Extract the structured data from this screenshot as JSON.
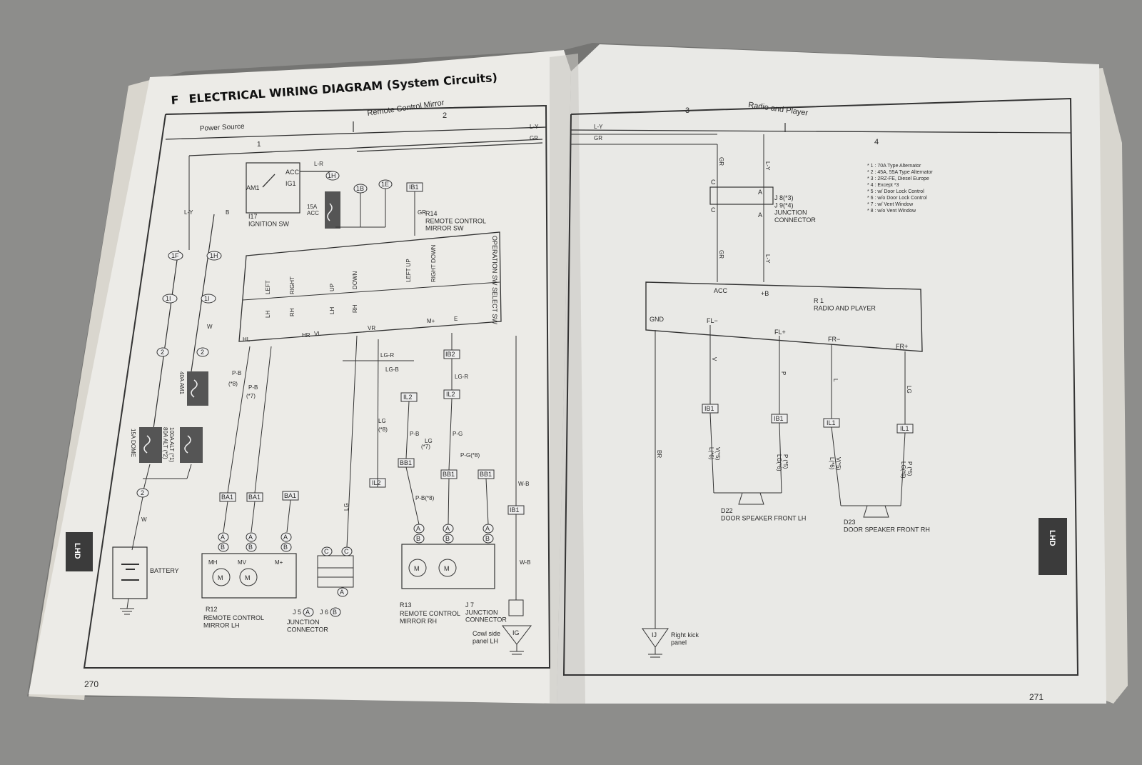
{
  "header": {
    "letter": "F",
    "title": "ELECTRICAL WIRING DIAGRAM (System Circuits)"
  },
  "sections": {
    "s1_num": "1",
    "s1_name": "Power Source",
    "s2_num": "2",
    "s2_name": "Remote Control Mirror",
    "s3_num": "3",
    "s3_name": "Radio and Player",
    "s4_num": "4"
  },
  "page_numbers": {
    "left": "270",
    "right": "271"
  },
  "tabs": {
    "left": "LHD",
    "right": "LHD"
  },
  "notes": [
    "* 1 : 70A Type Alternator",
    "* 2 : 45A, 55A Type Alternator",
    "* 3 : 2RZ-FE, Diesel Europe",
    "* 4 : Except *3",
    "* 5 : w/ Door Lock Control",
    "* 6 : w/o Door Lock Control",
    "* 7 : w/ Vent Window",
    "* 8 : w/o Vent Window"
  ],
  "left_page": {
    "ignition_sw": "I17\nIGNITION SW",
    "ign_acc": "ACC",
    "ign_am1": "AM1",
    "ign_ig1": "IG1",
    "acc_fuse": "15A\nACC",
    "dome_fuse": "15A DOME",
    "am1_fuse": "40A AM1",
    "alt_fuse": "100A ALT (*1)\n80A ALT (*2)",
    "r14": "R14\nREMOTE CONTROL\nMIRROR SW",
    "operation_sw": "OPERATION SW",
    "select_sw": "SELECT SW",
    "left": "LEFT",
    "right": "RIGHT",
    "up": "UP",
    "down": "DOWN",
    "right_down": "RIGHT DOWN",
    "left_up": "LEFT UP",
    "lh": "LH",
    "rh": "RH",
    "battery": "BATTERY",
    "r12": "R12",
    "r12_name": "REMOTE CONTROL\nMIRROR LH",
    "r13": "R13",
    "r13_name": "REMOTE CONTROL\nMIRROR RH",
    "j5": "J 5",
    "j5_name": "JUNCTION\nCONNECTOR",
    "j6": "J 6",
    "j7": "J 7\nJUNCTION\nCONNECTOR",
    "cowl": "Cowl side\npanel LH",
    "mh": "MH",
    "mv": "MV",
    "mplus": "M+",
    "hl": "HL",
    "hr": "HR",
    "vl": "VL",
    "vr": "VR",
    "e": "E",
    "ig_tri": "IG",
    "wires": {
      "ly": "L-Y",
      "gr": "GR",
      "lr": "L-R",
      "b": "B",
      "w": "W",
      "pb": "P-B",
      "lg": "LG",
      "lgr": "LG-R",
      "lgb": "LG-B",
      "pg": "P-G",
      "wb": "W-B",
      "pbstar": "P-B(*8)",
      "pgstar": "P-G(*8)"
    },
    "conn": {
      "c1f": "1F",
      "c1h": "1H",
      "c1i": "1I",
      "c1b": "1B",
      "c1e": "1E",
      "ib1": "IB1",
      "ib2": "IB2",
      "il2": "IL2",
      "bb1": "BB1",
      "ba1": "BA1",
      "c2": "2",
      "a": "A",
      "bb": "B",
      "c": "C"
    },
    "star7": "(*7)",
    "star8": "(*8)"
  },
  "right_page": {
    "j8": "J 8(*3)\nJ 9(*4)\nJUNCTION\nCONNECTOR",
    "r1": "R 1\nRADIO AND PLAYER",
    "acc": "ACC",
    "plusb": "+B",
    "gnd": "GND",
    "fl_minus": "FL−",
    "fl_plus": "FL+",
    "fr_minus": "FR−",
    "fr_plus": "FR+",
    "d22": "D22\nDOOR SPEAKER FRONT LH",
    "d23": "D23\nDOOR SPEAKER FRONT RH",
    "ground": "IJ",
    "ground_label": "Right kick\npanel",
    "wires": {
      "gr": "GR",
      "ly": "L-Y",
      "br": "BR",
      "v": "V",
      "p": "P",
      "l": "L",
      "lg": "LG",
      "v5": "V(*5)\nL(*6)",
      "p5": "P (*5)\nLG(*6)"
    },
    "conn": {
      "ib1": "IB1",
      "il1": "IL1",
      "c": "C",
      "a": "A"
    }
  }
}
